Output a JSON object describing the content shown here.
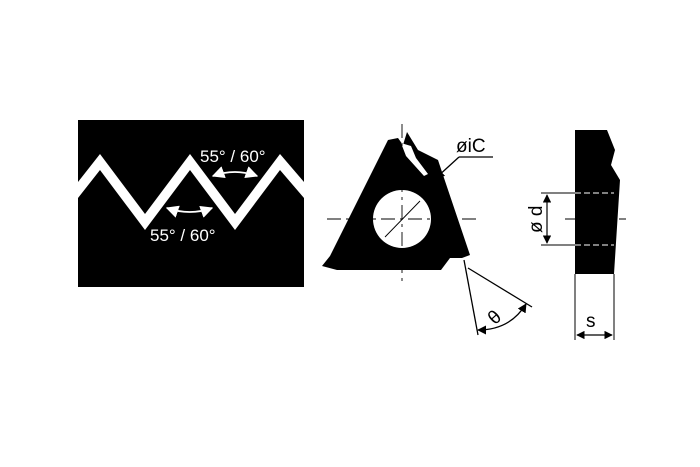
{
  "labels": {
    "thread_angle_upper": "55° / 60°",
    "thread_angle_lower": "55° / 60°",
    "inscribed_circle": "øiC",
    "clearance_angle": "θ",
    "hole_diameter": "ø d",
    "thickness": "s"
  },
  "colors": {
    "ink": "#000000",
    "background": "#ffffff"
  }
}
